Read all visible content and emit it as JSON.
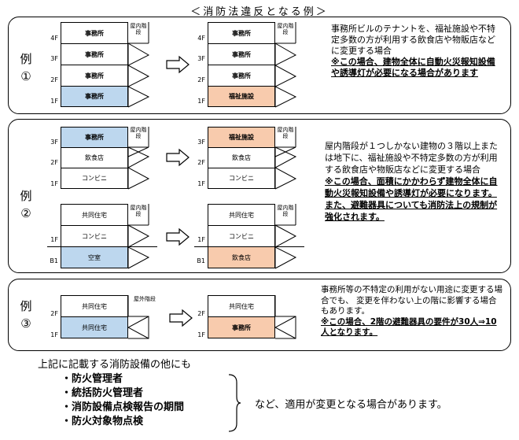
{
  "title": "＜消防法違反となる例＞",
  "ex1": {
    "label1": "例",
    "label2": "①",
    "floors": [
      "4F",
      "3F",
      "2F",
      "1F"
    ],
    "stair_label": "屋内階段",
    "before": [
      "事務所",
      "事務所",
      "事務所",
      "事務所"
    ],
    "after": [
      "事務所",
      "事務所",
      "事務所",
      "福祉施設"
    ],
    "desc": "事務所ビルのテナントを、福祉施設や不特定多数の方が利用する飲食店や物販店などに変更する場合",
    "warn": "※この場合、建物全体に自動火災報知設備や誘導灯が必要になる場合があります"
  },
  "ex2": {
    "label1": "例",
    "label2": "②",
    "floorsA": [
      "3F",
      "2F",
      "1F"
    ],
    "stair_label": "屋内階段",
    "beforeA": [
      "事務所",
      "飲食店",
      "コンビニ"
    ],
    "afterA": [
      "福祉施設",
      "飲食店",
      "コンビニ"
    ],
    "floorsB": [
      "1F",
      "B1"
    ],
    "beforeB": [
      "共同住宅",
      "コンビニ",
      "空室"
    ],
    "afterB": [
      "共同住宅",
      "コンビニ",
      "飲食店"
    ],
    "desc": "屋内階段が１つしかない建物の３階以上または地下に、福祉施設や不特定多数の方が利用する飲食店や物販店などに変更する場合",
    "warn1": "※この場合、面積にかかわらず建物全体に自動火災報知設備や誘導灯が必要になります。",
    "warn2": "また、避難器具についても消防法上の規制が強化されます。"
  },
  "ex3": {
    "label1": "例",
    "label2": "③",
    "floors": [
      "2F",
      "1F"
    ],
    "stair_label": "屋外階段",
    "before": [
      "共同住宅",
      "共同住宅"
    ],
    "after": [
      "共同住宅",
      "事務所"
    ],
    "desc": "事務所等の不特定の利用がない用途に変更する場合でも、 変更を伴わない上の階に影響する場合もあります。",
    "warn": "※この場合、2階の避難器具の要件が30人⇒10人となります。"
  },
  "footer": {
    "heading": "上記に記載する消防設備の他にも",
    "items": [
      "・防火管理者",
      "・統括防火管理者",
      "・消防設備点検報告の期間",
      "・防火対象物点検"
    ],
    "note": "など、適用が変更となる場合があります。"
  }
}
